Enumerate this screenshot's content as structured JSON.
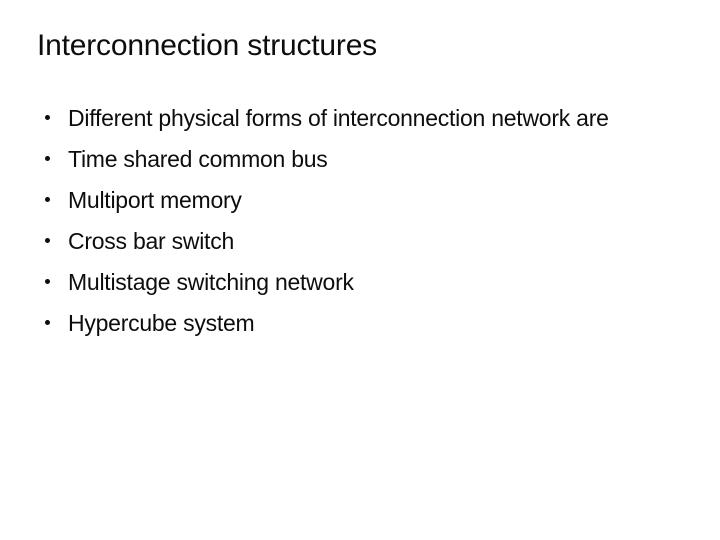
{
  "slide": {
    "title": "Interconnection structures",
    "background_color": "#ffffff",
    "text_color": "#0d0d0d",
    "bullet_marker": "bullet-dot",
    "bullets": [
      {
        "text": "Different physical forms of interconnection network are"
      },
      {
        "text": "Time shared common bus"
      },
      {
        "text": "Multiport memory"
      },
      {
        "text": "Cross bar switch"
      },
      {
        "text": "Multistage switching network"
      },
      {
        "text": "Hypercube system"
      }
    ]
  }
}
